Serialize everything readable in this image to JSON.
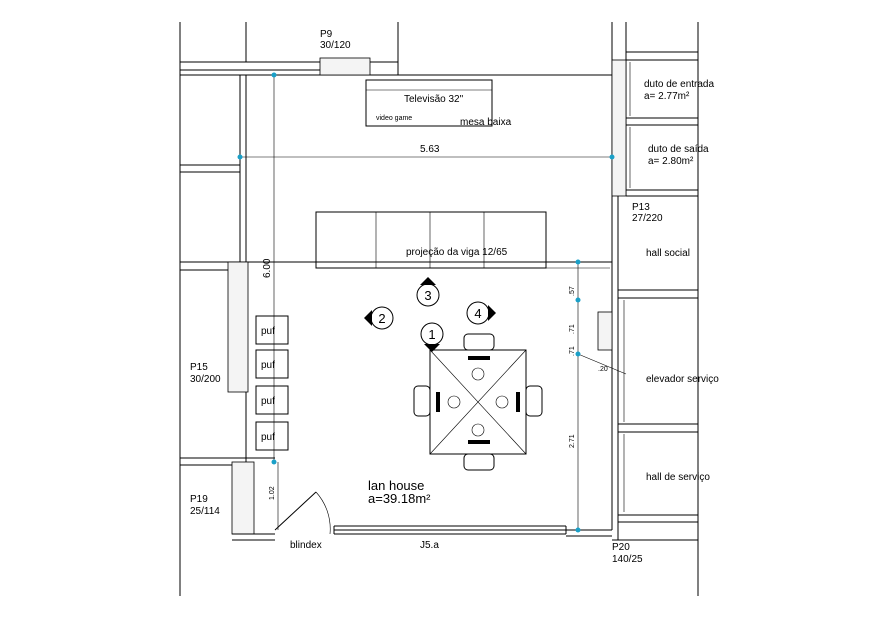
{
  "plan": {
    "room_name": "lan house",
    "room_area": "a=39.18m²",
    "furniture": {
      "tv": "Televisão 32\"",
      "video_game": "video game",
      "low_table": "mesa baixa",
      "beam": "projeção da viga 12/65",
      "puf": "puf"
    },
    "pillars": {
      "p9_name": "P9",
      "p9_size": "30/120",
      "p13_name": "P13",
      "p13_size": "27/220",
      "p15_name": "P15",
      "p15_size": "30/200",
      "p19_name": "P19",
      "p19_size": "25/114",
      "p20_name": "P20",
      "p20_size": "140/25"
    },
    "rooms": {
      "duct_in_name": "duto de entrada",
      "duct_in_area": "a= 2.77m²",
      "duct_out_name": "duto de saída",
      "duct_out_area": "a= 2.80m²",
      "hall_social": "hall social",
      "service_elevator": "elevador serviço",
      "service_hall": "hall de serviço"
    },
    "dimensions": {
      "width": "5.63",
      "height": "6.00",
      "d1": ".57",
      "d2": ".71",
      "d3": ".71",
      "d4": "2.71",
      "d5": "1.02",
      "d6": ".20"
    },
    "openings": {
      "door": "blindex",
      "window": "J5.a"
    },
    "view_markers": [
      "1",
      "2",
      "3",
      "4"
    ]
  }
}
